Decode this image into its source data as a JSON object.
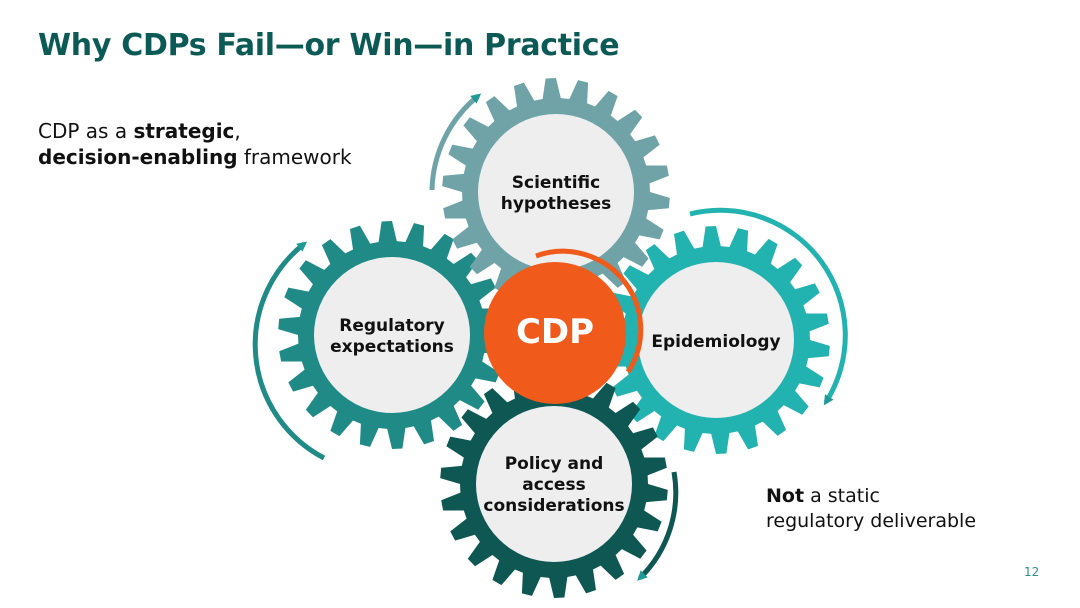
{
  "title": "Why CDPs Fail—or Win—in Practice",
  "lead": {
    "line1_prefix": "CDP as a ",
    "line1_bold": "strategic",
    "line1_suffix": ",",
    "line2_bold": "decision-enabling",
    "line2_suffix": " framework"
  },
  "note": {
    "bold": "Not",
    "line1_suffix": " a static",
    "line2": "regulatory deliverable"
  },
  "page_number": "12",
  "hub": {
    "label": "CDP",
    "color": "#f05a1a"
  },
  "gears": [
    {
      "label": "Scientific\nhypotheses",
      "color": "#6fa3a8"
    },
    {
      "label": "Regulatory\nexpectations",
      "color": "#1f8a86"
    },
    {
      "label": "Epidemiology",
      "color": "#22b2b0"
    },
    {
      "label": "Policy and\naccess\nconsiderations",
      "color": "#0e5753"
    }
  ]
}
